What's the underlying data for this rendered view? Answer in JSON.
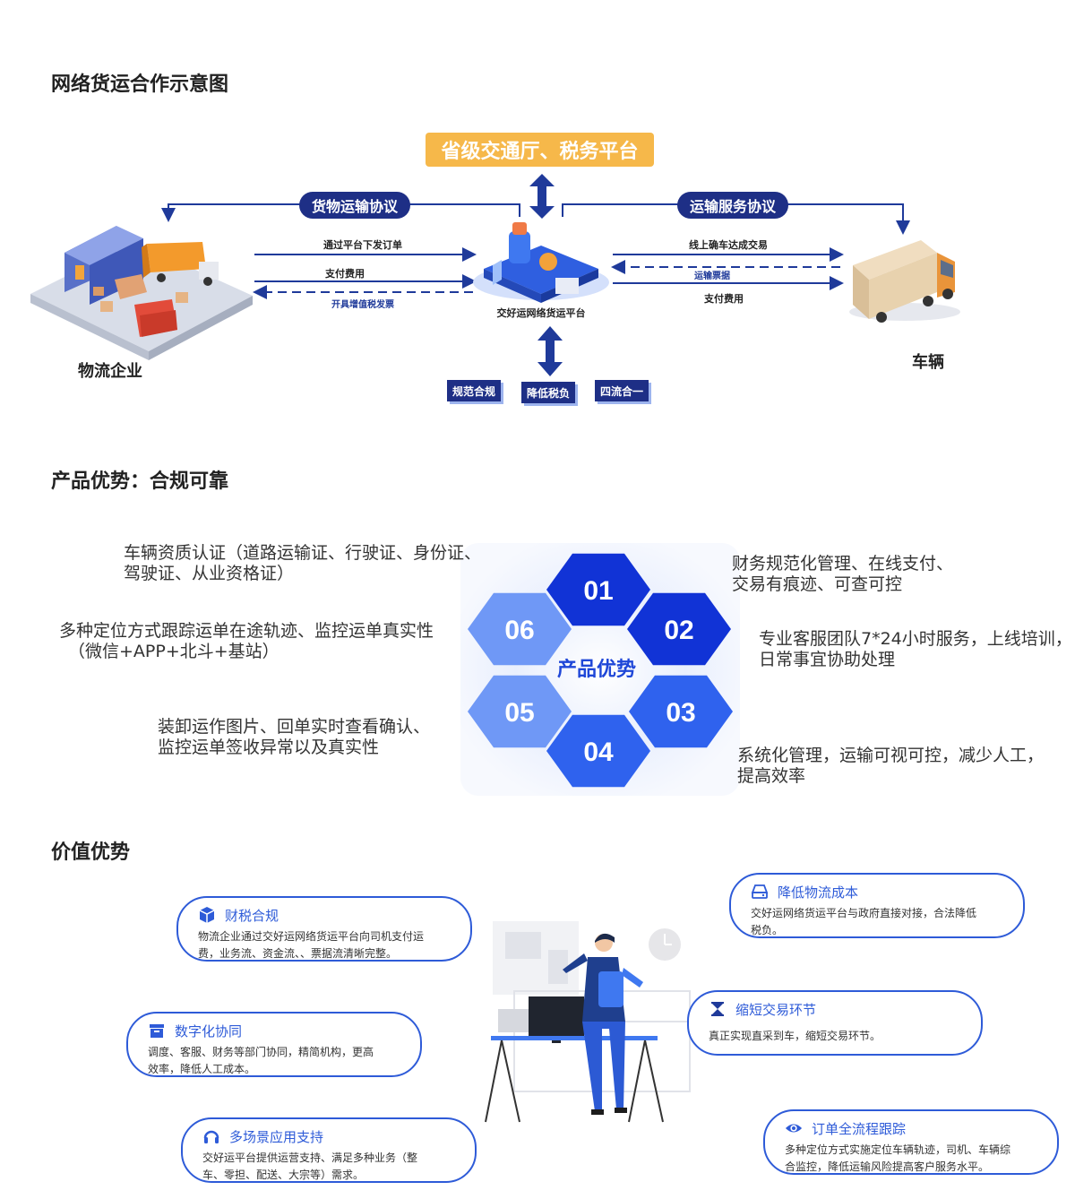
{
  "section1": {
    "title": "网络货运合作示意图",
    "gov_platform": "省级交通厅、税务平台",
    "left_agreement": "货物运输协议",
    "right_agreement": "运输服务协议",
    "center_label": "交好运网络货运平台",
    "left_node": "物流企业",
    "right_node": "车辆",
    "left_flows": [
      "通过平台下发订单",
      "支付费用",
      "开具增值税发票"
    ],
    "right_flows": [
      "线上确车达成交易",
      "运输票据",
      "支付费用"
    ],
    "tags": [
      "规范合规",
      "降低税负",
      "四流合一"
    ]
  },
  "section2": {
    "title": "产品优势：合规可靠",
    "center_label": "产品优势",
    "hexes": [
      {
        "num": "01",
        "desc_lines": [
          "财务规范化管理、在线支付、",
          "交易有痕迹、可查可控"
        ]
      },
      {
        "num": "02",
        "desc_lines": [
          "专业客服团队7*24小时服务，上线培训，",
          "日常事宜协助处理"
        ]
      },
      {
        "num": "03",
        "desc_lines": [
          "系统化管理，运输可视可控，减少人工，",
          "提高效率"
        ]
      },
      {
        "num": "04",
        "desc_lines": [
          "装卸运作图片、回单实时查看确认、",
          "监控运单签收异常以及真实性"
        ]
      },
      {
        "num": "05",
        "desc_lines": [
          "多种定位方式跟踪运单在途轨迹、监控运单真实性",
          "（微信+APP+北斗+基站）"
        ]
      },
      {
        "num": "06",
        "desc_lines": [
          "车辆资质认证（道路运输证、行驶证、身份证、",
          "驾驶证、从业资格证）"
        ]
      }
    ],
    "colors": {
      "hex_dark": "#1133d6",
      "hex_mid": "#2f62ee",
      "hex_light": "#6f98f6",
      "center_text": "#1f47d8"
    }
  },
  "section3": {
    "title": "价值优势",
    "accent": "#2e5bd8",
    "cards": [
      {
        "icon": "cube-icon",
        "title": "财税合规",
        "desc_lines": [
          "物流企业通过交好运网络货运平台向司机支付运",
          "费，业务流、资金流、、票据流清晰完整。"
        ]
      },
      {
        "icon": "archive-box-icon",
        "title": "数字化协同",
        "desc_lines": [
          "调度、客服、财务等部门协同，精简机构，更高",
          "效率，降低人工成本。"
        ]
      },
      {
        "icon": "headset-icon",
        "title": "多场景应用支持",
        "desc_lines": [
          "交好运平台提供运营支持、满足多种业务（整",
          "车、零担、配送、大宗等）需求。"
        ]
      },
      {
        "icon": "hard-drive-icon",
        "title": "降低物流成本",
        "desc_lines": [
          "交好运网络货运平台与政府直接对接，合法降低",
          "税负。"
        ]
      },
      {
        "icon": "hourglass-icon",
        "title": "缩短交易环节",
        "desc_lines": [
          "真正实现直采到车，缩短交易环节。"
        ]
      },
      {
        "icon": "eye-icon",
        "title": "订单全流程跟踪",
        "desc_lines": [
          "多种定位方式实施定位车辆轨迹，司机、车辆综",
          "合监控，降低运输风险提高客户服务水平。"
        ]
      }
    ]
  }
}
